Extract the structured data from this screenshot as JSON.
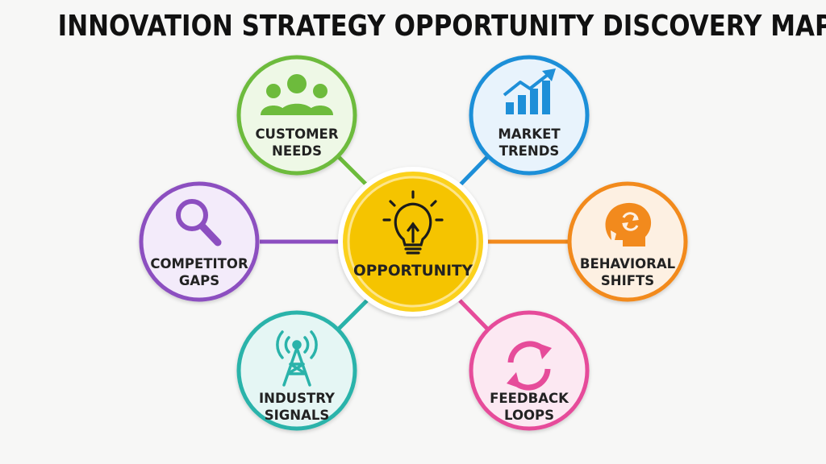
{
  "title": "INNOVATION STRATEGY OPPORTUNITY DISCOVERY MAP",
  "center": {
    "label": "OPPORTUNITY",
    "icon": "lightbulb-icon",
    "color": "#f5c400"
  },
  "nodes": [
    {
      "id": "customer-needs",
      "line1": "CUSTOMER",
      "line2": "NEEDS",
      "icon": "people-icon",
      "color": "#6dbb3c"
    },
    {
      "id": "market-trends",
      "line1": "MARKET",
      "line2": "TRENDS",
      "icon": "rising-chart-icon",
      "color": "#1e8fd8"
    },
    {
      "id": "competitor-gaps",
      "line1": "COMPETITOR",
      "line2": "GAPS",
      "icon": "magnifier-icon",
      "color": "#8c4fc0"
    },
    {
      "id": "behavioral-shifts",
      "line1": "BEHAVIORAL",
      "line2": "SHIFTS",
      "icon": "head-cycle-icon",
      "color": "#f28a1d"
    },
    {
      "id": "industry-signals",
      "line1": "INDUSTRY",
      "line2": "SIGNALS",
      "icon": "signal-tower-icon",
      "color": "#2ab3aa"
    },
    {
      "id": "feedback-loops",
      "line1": "FEEDBACK",
      "line2": "LOOPS",
      "icon": "cycle-arrows-icon",
      "color": "#e64c9a"
    }
  ]
}
